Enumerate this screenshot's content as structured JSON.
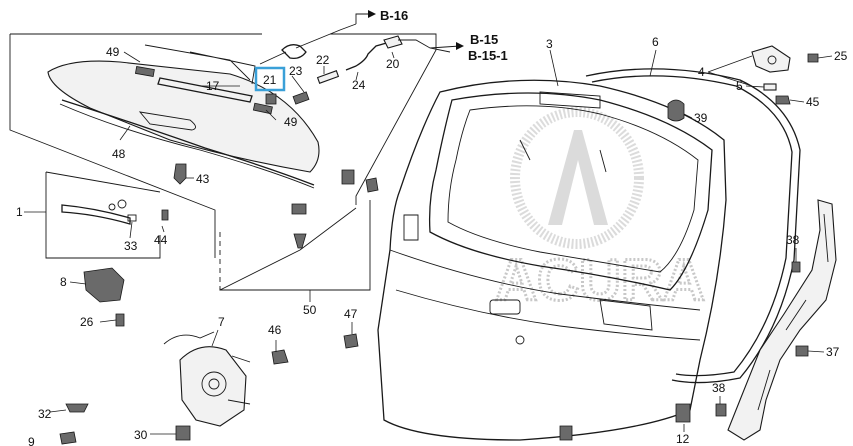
{
  "highlight_color": "#3aa0d8",
  "refs": {
    "b16": "B-16",
    "b15": "B-15",
    "b151": "B-15-1"
  },
  "callouts": {
    "c1": "1",
    "c3": "3",
    "c5": "5",
    "c6": "6",
    "c7": "7",
    "c8": "8",
    "c9": "9",
    "c12": "12",
    "c17": "17",
    "c20": "20",
    "c21": "21",
    "c22": "22",
    "c23": "23",
    "c24": "24",
    "c25": "25",
    "c26": "26",
    "c30": "30",
    "c32": "32",
    "c33": "33",
    "c37": "37",
    "c38a": "38",
    "c38b": "38",
    "c39": "39",
    "c43": "43",
    "c44": "44",
    "c45": "45",
    "c46": "46",
    "c47": "47",
    "c48": "48",
    "c49a": "49",
    "c49b": "49",
    "c50": "50",
    "c4": "4"
  },
  "watermark": {
    "text": "ACURA",
    "icon": "acura-logo-icon"
  }
}
